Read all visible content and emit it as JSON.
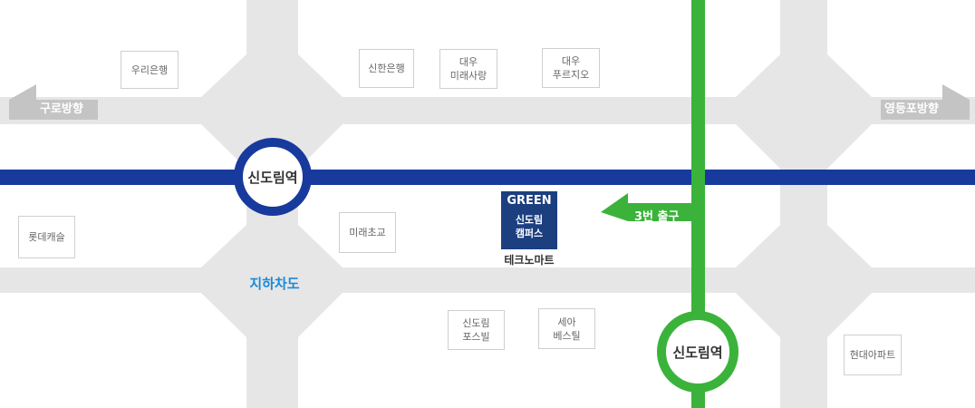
{
  "directions": {
    "left": "구로방향",
    "right": "영등포방향"
  },
  "stations": {
    "line2": "신도림역",
    "line1": "신도림역"
  },
  "buildings": {
    "woori": [
      "우리은행"
    ],
    "shinhan": [
      "신한은행"
    ],
    "daewoo_mirae": [
      "대우",
      "미래사랑"
    ],
    "daewoo_purgio": [
      "대우",
      "푸르지오"
    ],
    "lotte": [
      "롯데캐슬"
    ],
    "mirae_school": [
      "미래초교"
    ],
    "sindorim_posvill": [
      "신도림",
      "포스빌"
    ],
    "sea_vestil": [
      "세아",
      "베스틸"
    ],
    "hyundai": [
      "현대아파트"
    ]
  },
  "campus": {
    "title": "GREEN",
    "line1": "신도림",
    "line2": "캠퍼스",
    "caption": "테크노마트"
  },
  "underpass": "지하차도",
  "exit": "3번 출구",
  "colors": {
    "road": "#e6e6e6",
    "line2_blue": "#173a9c",
    "line1_green": "#3bb33b",
    "campus_navy": "#1c3f80",
    "underpass_text": "#1b8ad6",
    "direction_arrow": "#c4c4c4"
  }
}
